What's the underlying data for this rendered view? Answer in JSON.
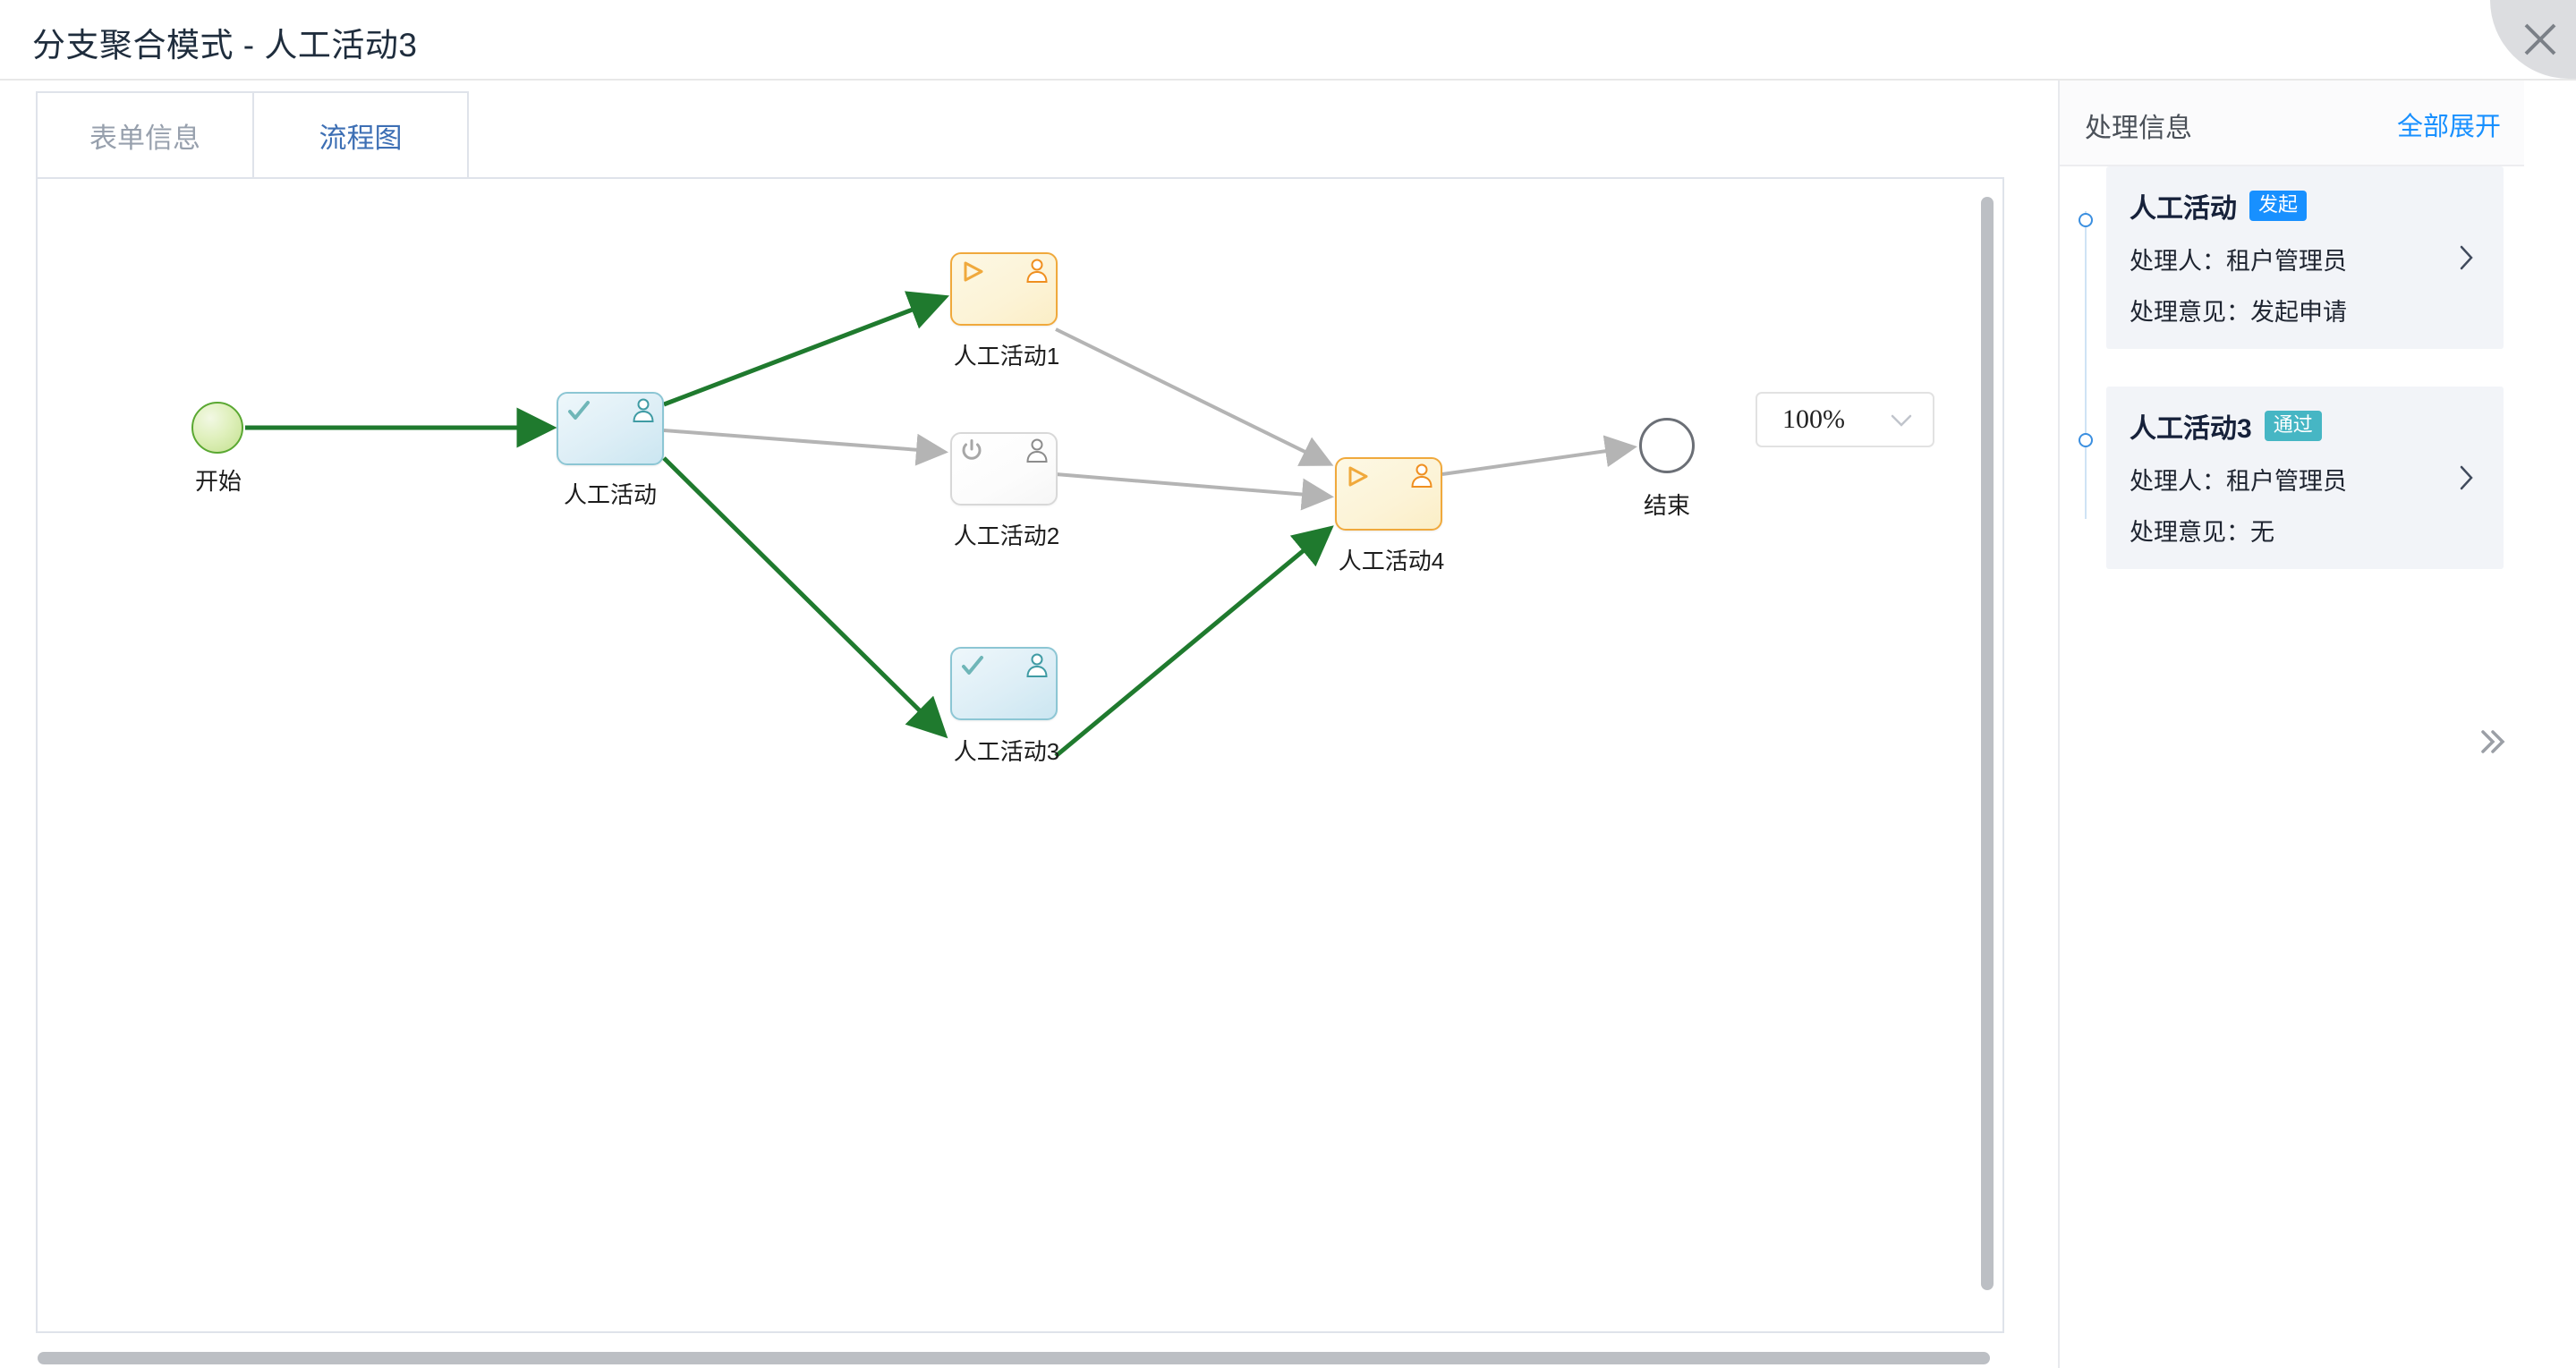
{
  "header": {
    "title": "分支聚合模式 - 人工活动3",
    "close_icon": "close-icon"
  },
  "tabs": [
    {
      "label": "表单信息",
      "active": false
    },
    {
      "label": "流程图",
      "active": true
    }
  ],
  "diagram": {
    "zoom": {
      "value": "100%",
      "chevron_icon": "chevron-down-icon"
    },
    "nodes": [
      {
        "id": "start",
        "label": "开始",
        "type": "start",
        "status": "done",
        "icons": []
      },
      {
        "id": "task0",
        "label": "人工活动",
        "type": "task",
        "status": "done",
        "icons": [
          "check-icon",
          "person-icon"
        ]
      },
      {
        "id": "task1",
        "label": "人工活动1",
        "type": "task",
        "status": "active",
        "icons": [
          "play-icon",
          "person-icon"
        ]
      },
      {
        "id": "task2",
        "label": "人工活动2",
        "type": "task",
        "status": "idle",
        "icons": [
          "power-icon",
          "person-icon"
        ]
      },
      {
        "id": "task3",
        "label": "人工活动3",
        "type": "task",
        "status": "done",
        "icons": [
          "check-icon",
          "person-icon"
        ]
      },
      {
        "id": "task4",
        "label": "人工活动4",
        "type": "task",
        "status": "active",
        "icons": [
          "play-icon",
          "person-icon"
        ]
      },
      {
        "id": "end",
        "label": "结束",
        "type": "end",
        "status": "idle",
        "icons": []
      }
    ],
    "edges": [
      {
        "from": "start",
        "to": "task0",
        "state": "traversed"
      },
      {
        "from": "task0",
        "to": "task1",
        "state": "traversed"
      },
      {
        "from": "task0",
        "to": "task2",
        "state": "pending"
      },
      {
        "from": "task0",
        "to": "task3",
        "state": "traversed"
      },
      {
        "from": "task1",
        "to": "task4",
        "state": "pending"
      },
      {
        "from": "task2",
        "to": "task4",
        "state": "pending"
      },
      {
        "from": "task3",
        "to": "task4",
        "state": "traversed"
      },
      {
        "from": "task4",
        "to": "end",
        "state": "pending"
      }
    ],
    "colors": {
      "edge_traversed": "#1f7a2e",
      "edge_pending": "#b4b4b4",
      "node_done_border": "#8cc6d4",
      "node_active_border": "#f0a93c",
      "node_idle_border": "#d8d8d8",
      "start_border": "#5aa832",
      "end_border": "#6b6f76"
    }
  },
  "right_panel": {
    "title": "处理信息",
    "expand_all": "全部展开",
    "collapse_icon": "double-chevron-right-icon",
    "items": [
      {
        "title": "人工活动",
        "badge": "发起",
        "badge_color": "#1890ff",
        "handler_label": "处理人：",
        "handler_value": "租户管理员",
        "comment_label": "处理意见：",
        "comment_value": "发起申请",
        "chevron_icon": "chevron-right-icon"
      },
      {
        "title": "人工活动3",
        "badge": "通过",
        "badge_color": "#46b6c4",
        "handler_label": "处理人：",
        "handler_value": "租户管理员",
        "comment_label": "处理意见：",
        "comment_value": "无",
        "chevron_icon": "chevron-right-icon"
      }
    ]
  }
}
